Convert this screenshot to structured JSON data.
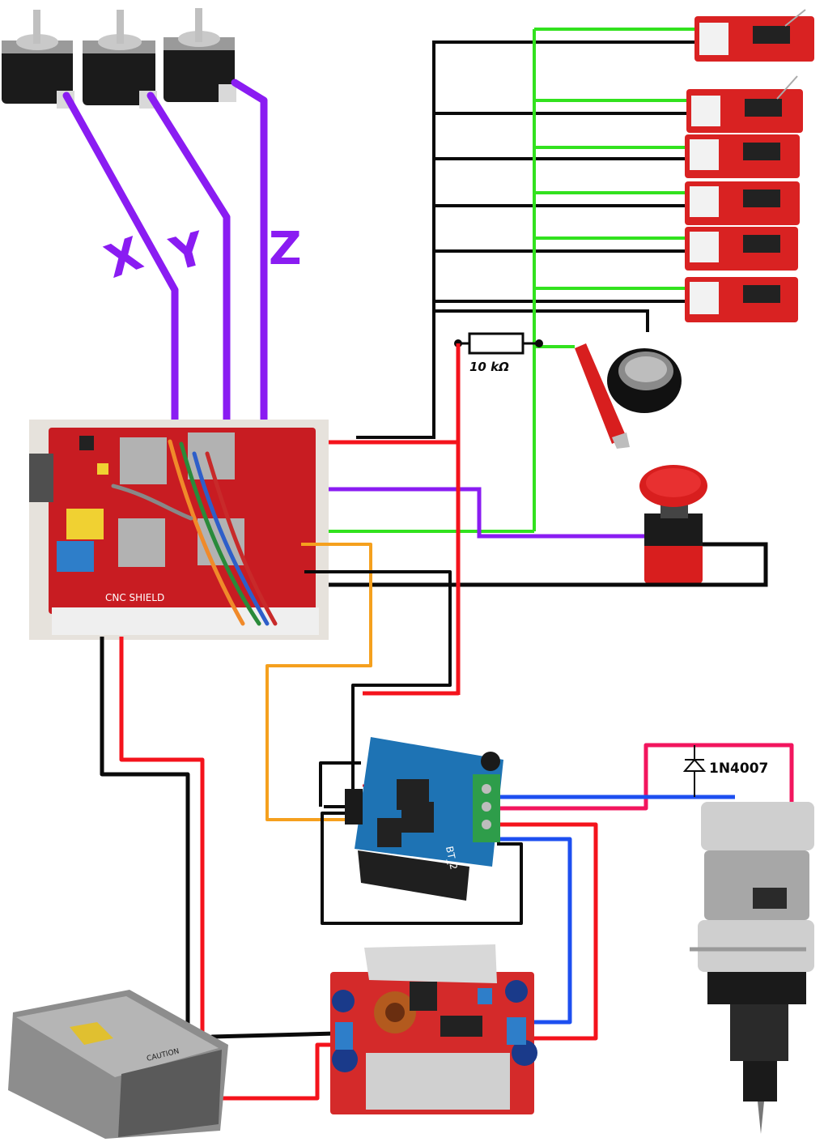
{
  "diagram": {
    "axis_labels": {
      "x": "X",
      "y": "Y",
      "z": "Z"
    },
    "resistor_label": "10 kΩ",
    "diode_label": "1N4007",
    "cnc_shield_label": "CNC SHIELD",
    "motor_driver_label": "BT_2",
    "psu_label": "CAUTION",
    "wire_colors": {
      "purple": "#8a1cf2",
      "green": "#32e21e",
      "red": "#f4131c",
      "black": "#0a0a0a",
      "blue": "#1d4ff0",
      "orange": "#f5a01e",
      "pink": "#f2155e"
    }
  }
}
